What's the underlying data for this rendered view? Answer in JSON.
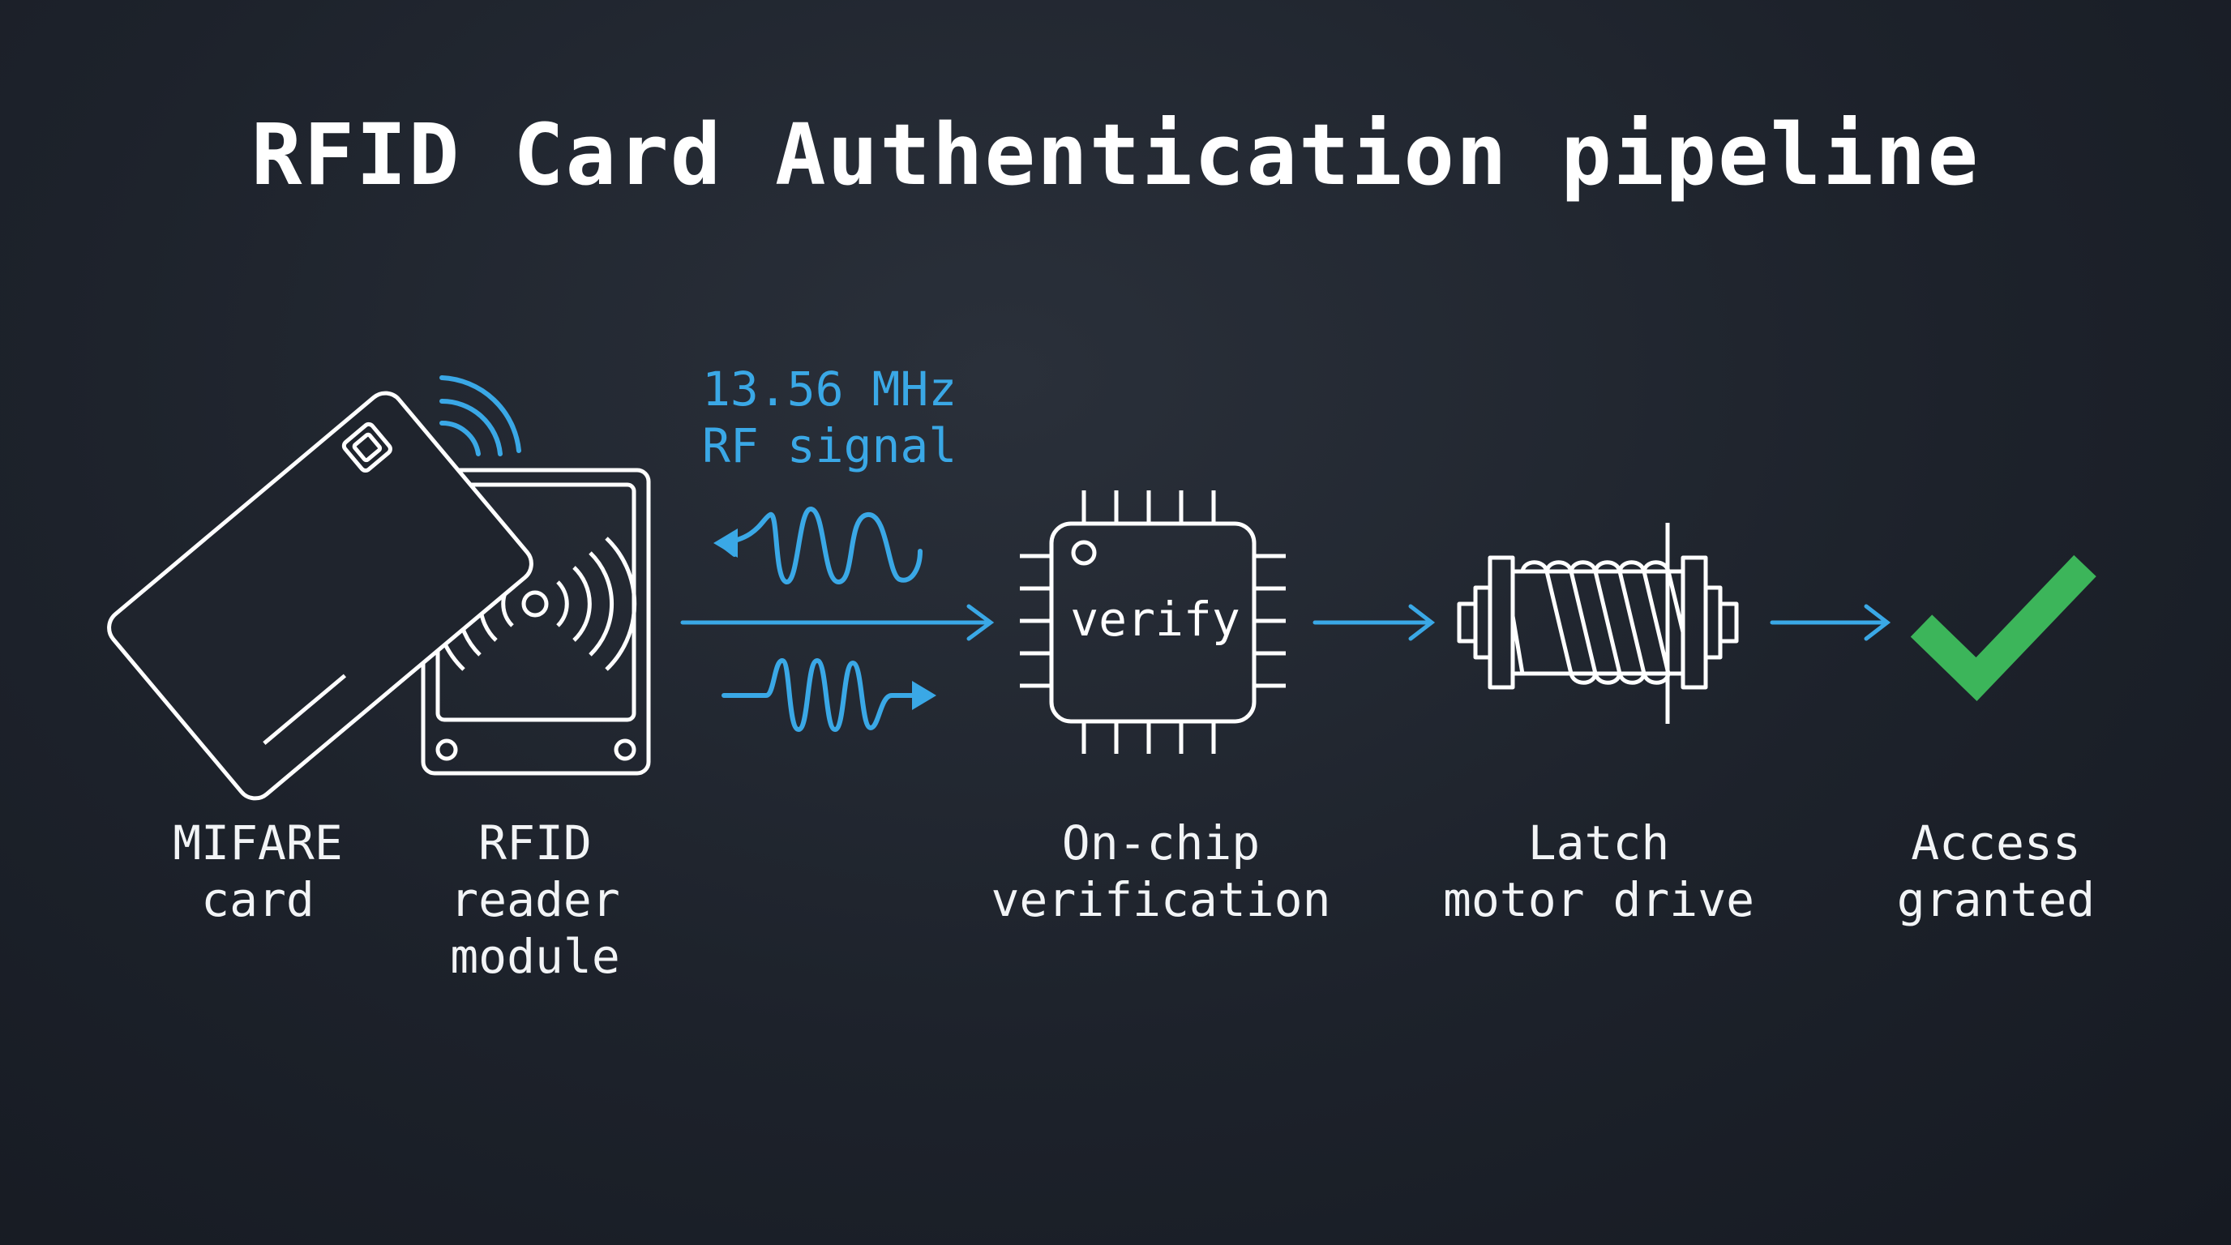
{
  "title": "RFID Card Authentication pipeline",
  "rf_signal": {
    "line1": "13.56 MHz",
    "line2": "RF signal"
  },
  "chip_label": "verify",
  "stages": {
    "card": {
      "line1": "MIFARE",
      "line2": "card"
    },
    "reader": {
      "line1": "RFID",
      "line2": "reader",
      "line3": "module"
    },
    "verification": {
      "line1": "On-chip",
      "line2": "verification"
    },
    "latch": {
      "line1": "Latch",
      "line2": "motor drive"
    },
    "access": {
      "line1": "Access",
      "line2": "granted"
    }
  },
  "colors": {
    "line": "#ffffff",
    "signal": "#3aa8e6",
    "check": "#3cb55a"
  },
  "icons": [
    "mifare-card-icon",
    "rfid-reader-icon",
    "rf-wave-icon",
    "chip-icon",
    "solenoid-icon",
    "checkmark-icon"
  ]
}
